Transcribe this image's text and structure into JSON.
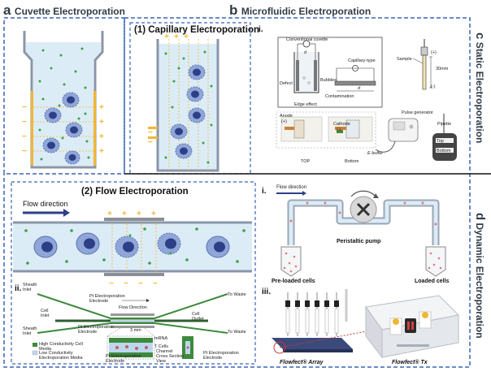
{
  "panels": {
    "a": {
      "letter": "a",
      "title": "Cuvette Electroporation"
    },
    "b": {
      "letter": "b",
      "title": "Microfluidic Electroporation"
    },
    "c": {
      "letter": "c",
      "title": "Static Electroporation"
    },
    "d": {
      "letter": "d",
      "title": "Dynamic Electroporation"
    }
  },
  "capillary": {
    "title": "(1) Capillary Electroporation",
    "i": {
      "numeral": "i.",
      "labels": {
        "conventional_cuvette": "Conventional cuvette",
        "capillary_type": "Capillary-type",
        "d_left": "d",
        "d_right": "d",
        "defect": "Defect",
        "bubbles": "Bubbles",
        "contamination": "Contamination",
        "edge_effect": "Edge effect",
        "sample": "Sample",
        "plus": "(+)",
        "minus": "(-)",
        "thirty_mm": "30mm",
        "anode": "Anode",
        "anode_sign": "(+)",
        "cathode": "Cathode",
        "cathode_sign": "(-)",
        "top": "TOP",
        "bottom": "Bottom",
        "e_buffer": "E buffer",
        "pulse_generator": "Pulse generator",
        "pipette": "Pipette",
        "top_small": "Top",
        "bottom_small": "Bottom"
      }
    }
  },
  "flow": {
    "title": "(2) Flow Electroporation",
    "flow_direction": "Flow direction",
    "ii": {
      "numeral": "ii.",
      "labels": {
        "sheath_inlet_top": "Sheath Inlet",
        "sheath_inlet_bottom": "Sheath Inlet",
        "cell_inlet": "Cell Inlet",
        "pt_electrode_top": "Pt Electroporation Electrode",
        "pt_electrode_mid": "Pt Electroporation Electrode",
        "pt_electrode_bottom": "Pt Electroporation Electrode",
        "pt_electrode_right": "Pt Electroporation Electrode",
        "flow_direction_small": "Flow Direction",
        "cell_outlet": "Cell Outlet",
        "to_waste_top": "To Waste",
        "to_waste_bottom": "To Waste",
        "three_mm": "3 mm",
        "mrna": "mRNA",
        "t_cells": "T Cells",
        "channel_cross_section": "Channel Cross Section View",
        "legend_high": "High Conductivity Cell Media",
        "legend_low": "Low Conductivity Electroporation Media"
      }
    }
  },
  "dynamic": {
    "i": {
      "numeral": "i.",
      "flow_direction": "Flow direction",
      "pump": "Peristaltic pump",
      "preloaded": "Pre-loaded cells",
      "loaded": "Loaded cells"
    },
    "iii": {
      "numeral": "iii.",
      "array": "Flowfect® Array",
      "tx": "Flowfect® Tx"
    }
  },
  "colors": {
    "dash_border": "#3a64b8",
    "title_text": "#2f3b46",
    "liquid": "#dcecf6",
    "cell_body": "#5a6fb0",
    "nucleus": "#2d3f86",
    "dots_green": "#3aa04a",
    "electrode_gold": "#f2b632",
    "electrode_gray": "#8a8f96",
    "pink_dots": "#e07b7b",
    "legend_green": "#3d8a3d",
    "legend_lightblue": "#bcd6ee"
  }
}
